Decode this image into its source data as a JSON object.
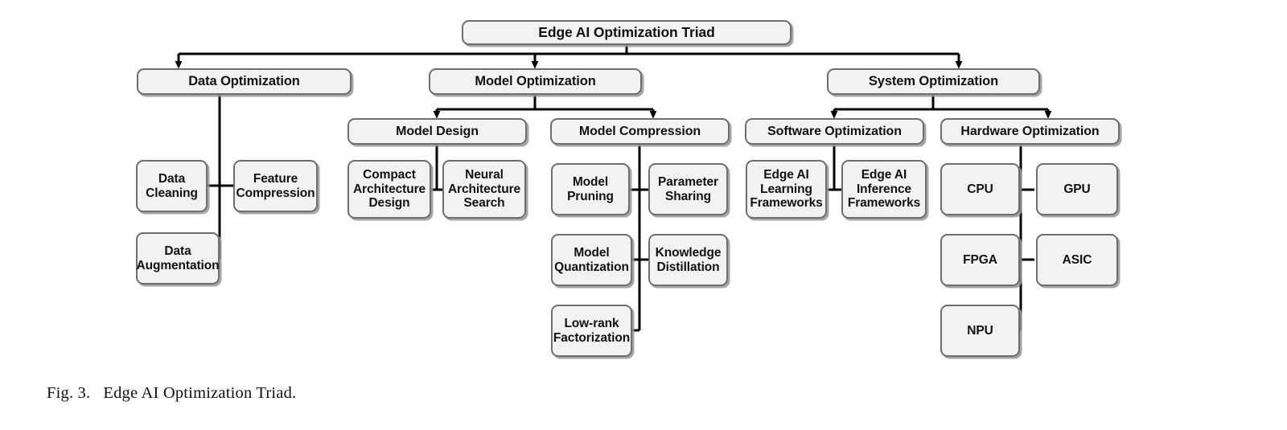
{
  "figure": {
    "caption": "Fig. 3.   Edge AI Optimization Triad.",
    "title": "Edge AI Optimization Triad",
    "background": "#ffffff",
    "node_fill": "#f2f2f2",
    "node_border": "#6e6e6e",
    "edge_color": "#000000"
  },
  "diagram": {
    "type": "tree",
    "root": {
      "label": "Edge AI Optimization Triad",
      "children": [
        {
          "label": "Data Optimization",
          "children": [
            {
              "label": "Data Cleaning"
            },
            {
              "label": "Feature\nCompression"
            },
            {
              "label": "Data\nAugmentation"
            }
          ]
        },
        {
          "label": "Model Optimization",
          "children": [
            {
              "label": "Model Design",
              "children": [
                {
                  "label": "Compact\nArchitecture\nDesign"
                },
                {
                  "label": "Neural\nArchitecture\nSearch"
                }
              ]
            },
            {
              "label": "Model Compression",
              "children": [
                {
                  "label": "Model\nPruning"
                },
                {
                  "label": "Parameter\nSharing"
                },
                {
                  "label": "Model\nQuantization"
                },
                {
                  "label": "Knowledge\nDistillation"
                },
                {
                  "label": "Low-rank\nFactorization"
                }
              ]
            }
          ]
        },
        {
          "label": "System Optimization",
          "children": [
            {
              "label": "Software Optimization",
              "children": [
                {
                  "label": "Edge AI\nLearning\nFrameworks"
                },
                {
                  "label": "Edge AI\nInference\nFrameworks"
                }
              ]
            },
            {
              "label": "Hardware Optimization",
              "children": [
                {
                  "label": "CPU"
                },
                {
                  "label": "GPU"
                },
                {
                  "label": "FPGA"
                },
                {
                  "label": "ASIC"
                },
                {
                  "label": "NPU"
                }
              ]
            }
          ]
        }
      ]
    }
  },
  "nodes": {
    "root": "Edge AI Optimization Triad",
    "data_optimization": "Data Optimization",
    "model_optimization": "Model Optimization",
    "system_optimization": "System Optimization",
    "model_design": "Model Design",
    "model_compression": "Model Compression",
    "software_optimization": "Software Optimization",
    "hardware_optimization": "Hardware Optimization",
    "data_cleaning": "Data Cleaning",
    "feature_compression": "Feature\nCompression",
    "data_augmentation": "Data\nAugmentation",
    "compact_architecture_design": "Compact\nArchitecture\nDesign",
    "neural_architecture_search": "Neural\nArchitecture\nSearch",
    "model_pruning": "Model\nPruning",
    "parameter_sharing": "Parameter\nSharing",
    "model_quantization": "Model\nQuantization",
    "knowledge_distillation": "Knowledge\nDistillation",
    "low_rank_factorization": "Low-rank\nFactorization",
    "edge_ai_learning_frameworks": "Edge AI\nLearning\nFrameworks",
    "edge_ai_inference_frameworks": "Edge AI\nInference\nFrameworks",
    "cpu": "CPU",
    "gpu": "GPU",
    "fpga": "FPGA",
    "asic": "ASIC",
    "npu": "NPU"
  }
}
